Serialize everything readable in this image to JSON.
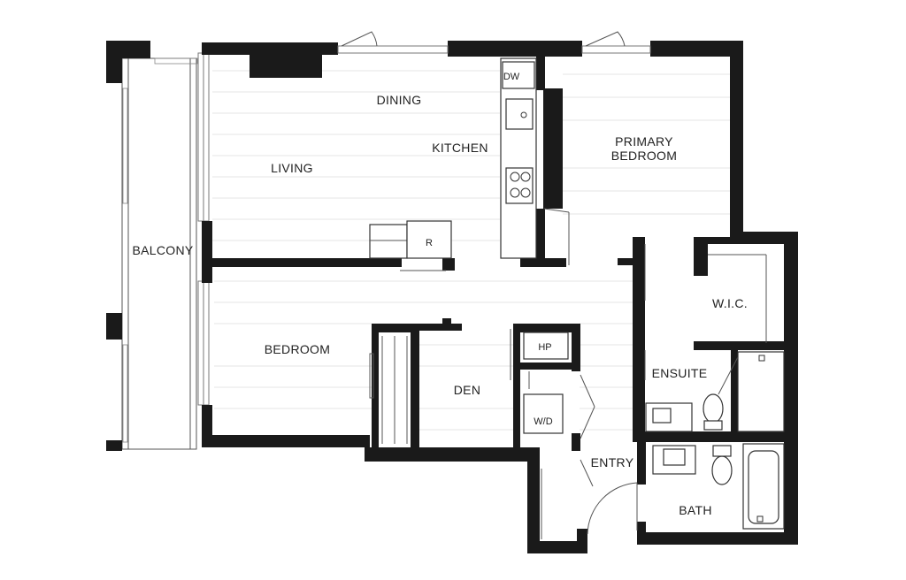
{
  "rooms": {
    "dining": "DINING",
    "living": "LIVING",
    "kitchen": "KITCHEN",
    "primary_bedroom_line1": "PRIMARY",
    "primary_bedroom_line2": "BEDROOM",
    "balcony": "BALCONY",
    "bedroom": "BEDROOM",
    "den": "DEN",
    "wic": "W.I.C.",
    "ensuite": "ENSUITE",
    "entry": "ENTRY",
    "bath": "BATH"
  },
  "fixtures": {
    "dishwasher": "DW",
    "refrigerator": "R",
    "heat_pump": "HP",
    "washer_dryer": "W/D"
  },
  "colors": {
    "wall": "#1a1a1a",
    "background": "#ffffff",
    "label": "#222222"
  }
}
